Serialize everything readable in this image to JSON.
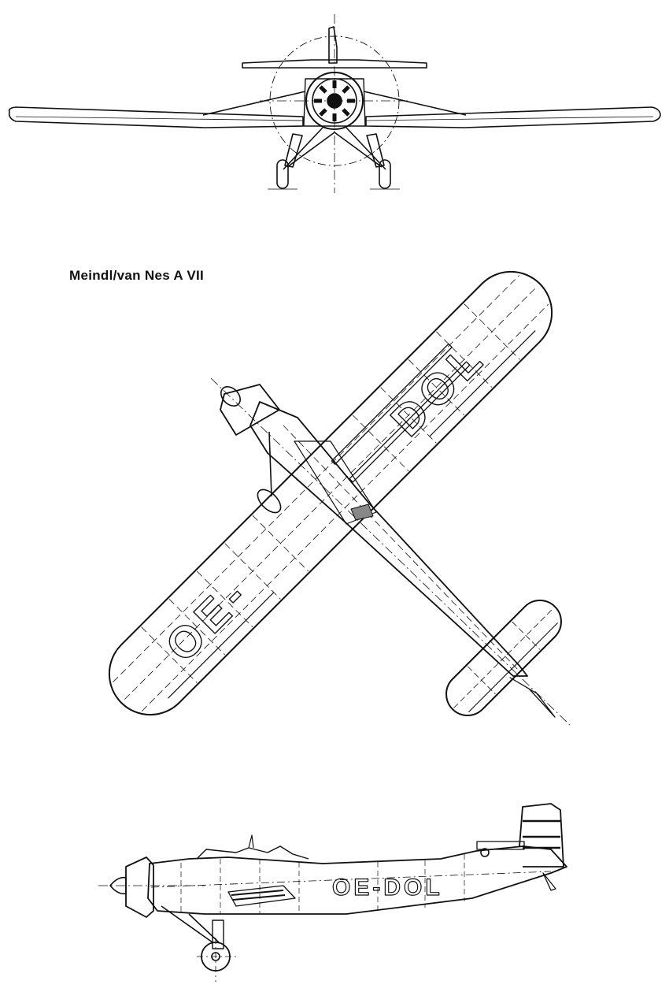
{
  "drawing": {
    "title": "Meindl/van Nes A VII",
    "top_wing_left_registration": "OE-",
    "top_wing_right_registration": "DOL",
    "side_registration": "OE-DOL"
  },
  "colors": {
    "ink": "#111111",
    "paper": "#ffffff"
  }
}
